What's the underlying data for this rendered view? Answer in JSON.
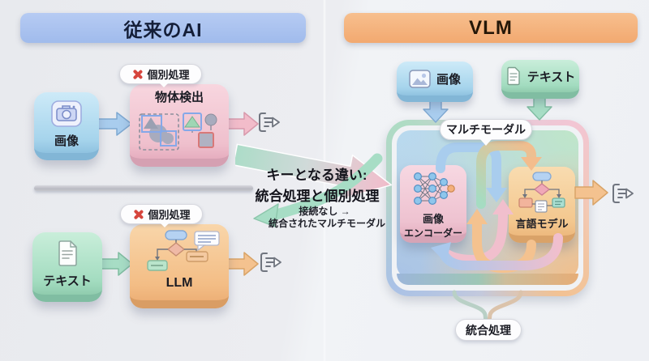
{
  "left": {
    "header": "従来のAI",
    "flow1": {
      "badge": "個別処理",
      "input": "画像",
      "process": "物体検出"
    },
    "flow2": {
      "badge": "個別処理",
      "input": "テキスト",
      "process": "LLM"
    }
  },
  "center": {
    "key_line1": "キーとなる違い:",
    "key_line2": "統合処理と個別処理",
    "note_line1": "接続なし →",
    "note_line2": "統合されたマルチモーダル"
  },
  "right": {
    "header": "VLM",
    "input_image": "画像",
    "input_text": "テキスト",
    "badge_multimodal": "マルチモーダル",
    "encoder_line1": "画像",
    "encoder_line2": "エンコーダー",
    "language_model": "言語モデル",
    "badge_integrated": "統合処理"
  },
  "colors": {
    "left_header_bg": "#aac4f0",
    "right_header_bg": "#f5b27c",
    "blue_box": "#b7ddf2",
    "green_box": "#b2e3cc",
    "pink_box": "#f3c9d4",
    "orange_box": "#f6c492",
    "red_x": "#d6453d",
    "arrow_blue": "#a9cdee",
    "arrow_green": "#a7ddc5",
    "arrow_pink": "#f2bcca",
    "arrow_orange": "#f4c28f"
  }
}
